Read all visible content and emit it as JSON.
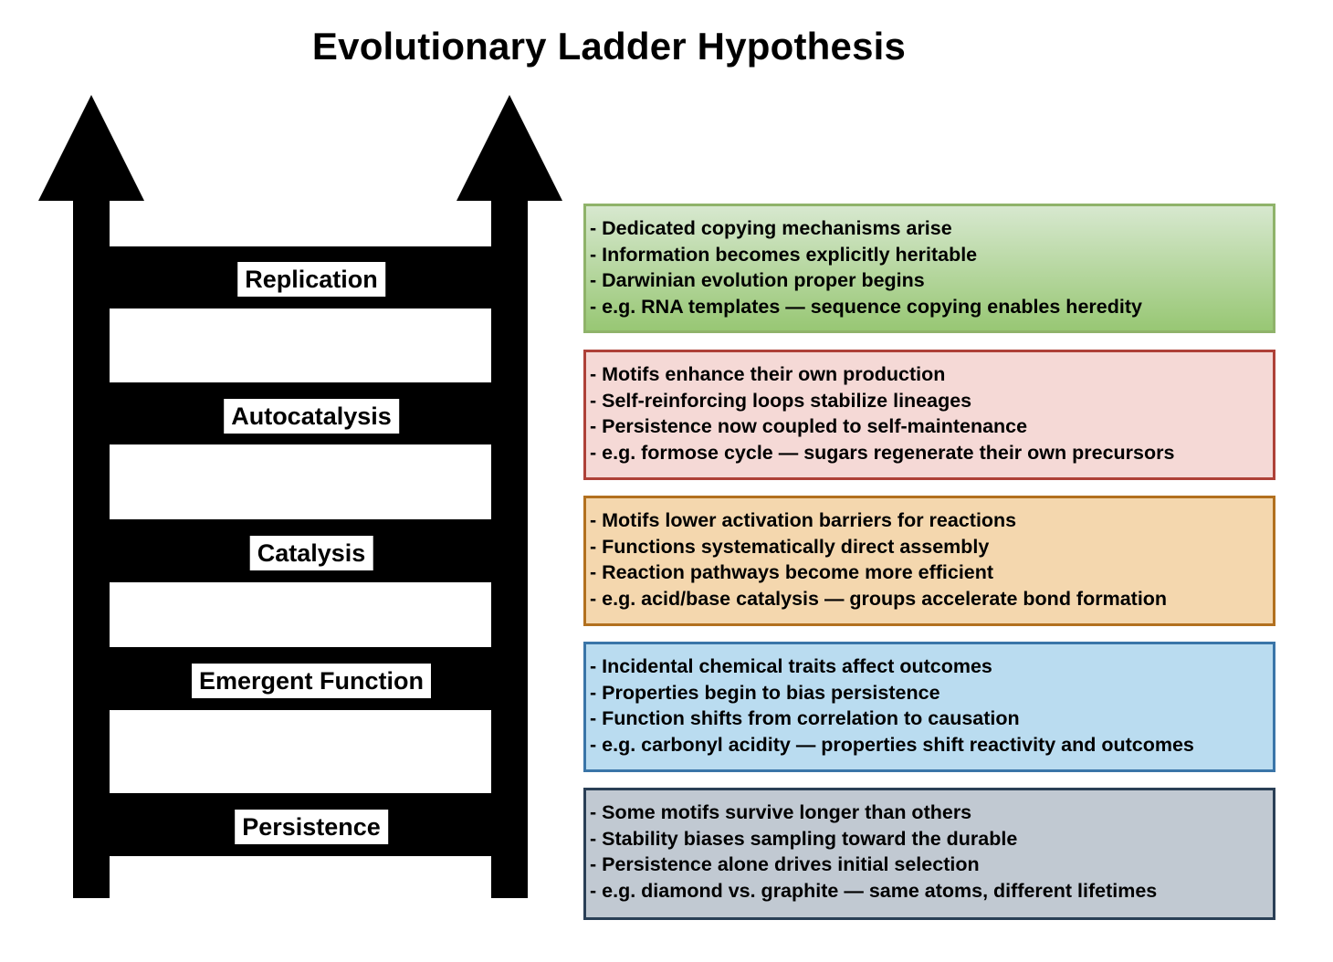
{
  "title": "Evolutionary Ladder Hypothesis",
  "colors": {
    "ladder": "#000000",
    "label_bg": "#ffffff"
  },
  "levels": [
    {
      "key": "replication",
      "label": "Replication",
      "border_color": "#8fb36a",
      "fill_top": "#d7e8cf",
      "fill_bottom": "#98c774",
      "lines": [
        "- Dedicated copying mechanisms arise",
        "- Information becomes explicitly heritable",
        "- Darwinian evolution proper begins",
        "- e.g. RNA templates — sequence copying enables heredity"
      ]
    },
    {
      "key": "autocatalysis",
      "label": "Autocatalysis",
      "border_color": "#ae4138",
      "fill_top": "#f5d9d6",
      "fill_bottom": "#f5d9d6",
      "lines": [
        "- Motifs enhance their own production",
        "- Self-reinforcing loops stabilize lineages",
        "- Persistence now coupled to self-maintenance",
        "- e.g. formose cycle — sugars regenerate their own precursors"
      ]
    },
    {
      "key": "catalysis",
      "label": "Catalysis",
      "border_color": "#b2701f",
      "fill_top": "#f4d7ae",
      "fill_bottom": "#f4d7ae",
      "lines": [
        "- Motifs lower activation barriers for reactions",
        "- Functions systematically direct assembly",
        "- Reaction pathways become more efficient",
        "- e.g. acid/base catalysis — groups accelerate bond formation"
      ]
    },
    {
      "key": "emergent-function",
      "label": "Emergent Function",
      "border_color": "#3a75a8",
      "fill_top": "#badcf0",
      "fill_bottom": "#badcf0",
      "lines": [
        "- Incidental chemical traits affect outcomes",
        "- Properties begin to bias persistence",
        "- Function shifts from correlation to causation",
        "- e.g. carbonyl acidity — properties shift reactivity and outcomes"
      ]
    },
    {
      "key": "persistence",
      "label": "Persistence",
      "border_color": "#2a3f56",
      "fill_top": "#c1c9d2",
      "fill_bottom": "#c1c9d2",
      "lines": [
        "- Some motifs survive longer than others",
        "- Stability biases sampling toward the durable",
        "- Persistence alone drives initial selection",
        "- e.g. diamond vs. graphite — same atoms, different lifetimes"
      ]
    }
  ]
}
